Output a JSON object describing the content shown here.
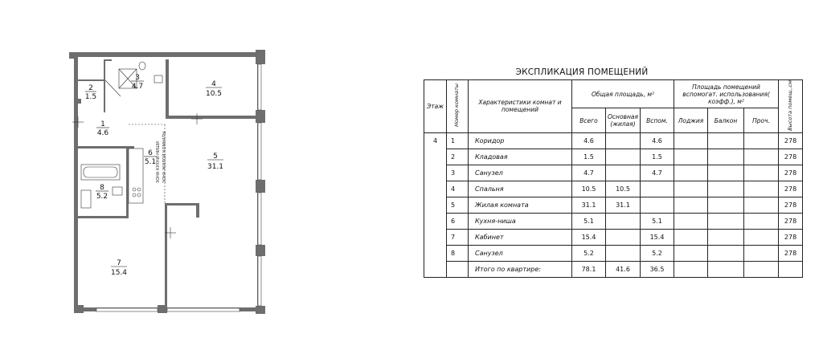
{
  "floorplan": {
    "rooms": [
      {
        "id": "1",
        "area": "4.6"
      },
      {
        "id": "2",
        "area": "1.5"
      },
      {
        "id": "3",
        "area": "4.7"
      },
      {
        "id": "4",
        "area": "10.5"
      },
      {
        "id": "5",
        "area": "31.1"
      },
      {
        "id": "6",
        "area": "5.1"
      },
      {
        "id": "7",
        "area": "15.4"
      },
      {
        "id": "8",
        "area": "5.2"
      }
    ],
    "zone_labels": [
      "ЗОНА КУХНИ-НИШИ",
      "ЗОНА ЖИЛОЙ КОМНАТЫ"
    ]
  },
  "explication": {
    "title": "ЭКСПЛИКАЦИЯ ПОМЕЩЕНИЙ",
    "headers": {
      "floor": "Этаж",
      "room_no": "Номер комнаты",
      "characteristics": "Характеристики комнат и помещений",
      "total_area": "Общая площадь, м²",
      "total": "Всего",
      "main": "Основная (жилая)",
      "aux": "Вспом.",
      "aux_area": "Площадь помещений вспомогат. использования( коэфф.), м²",
      "loggia": "Лоджия",
      "balcony": "Балкон",
      "other": "Проч.",
      "height": "Высота помещ.,см"
    },
    "floor": "4",
    "rows": [
      {
        "no": "1",
        "name": "Коридор",
        "total": "4.6",
        "main": "",
        "aux": "4.6",
        "height": "278"
      },
      {
        "no": "2",
        "name": "Кладовая",
        "total": "1.5",
        "main": "",
        "aux": "1.5",
        "height": "278"
      },
      {
        "no": "3",
        "name": "Санузел",
        "total": "4.7",
        "main": "",
        "aux": "4.7",
        "height": "278"
      },
      {
        "no": "4",
        "name": "Спальня",
        "total": "10.5",
        "main": "10.5",
        "aux": "",
        "height": "278"
      },
      {
        "no": "5",
        "name": "Жилая комната",
        "total": "31.1",
        "main": "31.1",
        "aux": "",
        "height": "278"
      },
      {
        "no": "6",
        "name": "Кухня-ниша",
        "total": "5.1",
        "main": "",
        "aux": "5.1",
        "height": "278"
      },
      {
        "no": "7",
        "name": "Кабинет",
        "total": "15.4",
        "main": "",
        "aux": "15.4",
        "height": "278"
      },
      {
        "no": "8",
        "name": "Санузел",
        "total": "5.2",
        "main": "",
        "aux": "5.2",
        "height": "278"
      }
    ],
    "totals": {
      "label": "Итого по квартире:",
      "total": "78.1",
      "main": "41.6",
      "aux": "36.5"
    }
  }
}
